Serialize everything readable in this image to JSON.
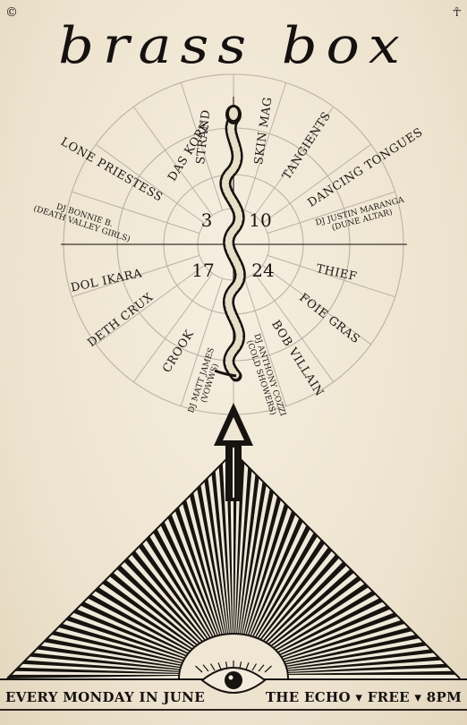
{
  "title": "brass box",
  "corners": {
    "left_glyph": "©",
    "right_glyph": "☥"
  },
  "dates": [
    "3",
    "10",
    "17",
    "24"
  ],
  "lineup": {
    "top_left": [
      "STRAND",
      "DAS KOPE",
      "LONE PRIESTESS"
    ],
    "top_left_dj": [
      "DJ BONNIE B.",
      "(DEATH VALLEY GIRLS)"
    ],
    "top_right": [
      "SKIN MAG",
      "TANGIENTS",
      "DANCING TONGUES"
    ],
    "top_right_dj": [
      "DJ JUSTIN MARANGA",
      "(DUNE ALTAR)"
    ],
    "bottom_left": [
      "DOL IKARA",
      "DETH CRUX",
      "CROOK"
    ],
    "bottom_left_dj": [
      "DJ MATT JAMES",
      "(VOWWS)"
    ],
    "bottom_right": [
      "THIEF",
      "FOIE GRAS",
      "BOB VILLAIN"
    ],
    "bottom_right_dj": [
      "DJ ANTHONY COZZI",
      "(COLD SHOWERS)"
    ]
  },
  "footer": {
    "left": "EVERY MONDAY IN JUNE",
    "right": "THE ECHO ▾ FREE ▾ 8PM"
  },
  "colors": {
    "ink": "#161310",
    "paper": "#efe6d4",
    "wheel_line": "#b9b1a3"
  }
}
